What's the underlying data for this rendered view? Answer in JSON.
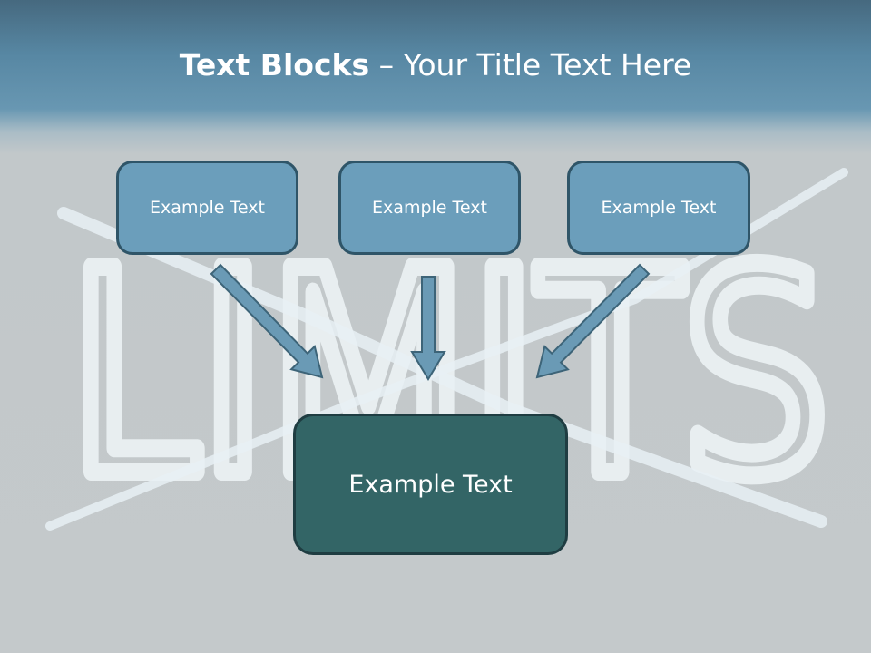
{
  "title": {
    "bold": "Text Blocks",
    "separator": " – ",
    "rest": "Your Title Text Here"
  },
  "boxes": {
    "top": [
      {
        "text": "Example Text"
      },
      {
        "text": "Example Text"
      },
      {
        "text": "Example Text"
      }
    ],
    "bottom": {
      "text": "Example Text"
    }
  },
  "background_image": {
    "lettering": "LIMITS"
  },
  "colors": {
    "box_fill": "#6b9ebb",
    "box_border": "#2f5568",
    "bottom_fill": "#336566",
    "arrow_fill": "#6a9ab5"
  }
}
